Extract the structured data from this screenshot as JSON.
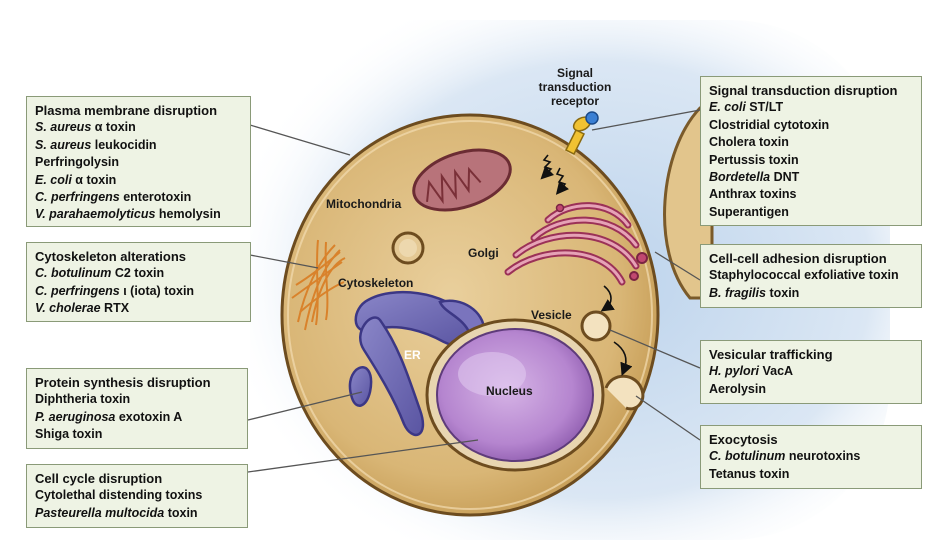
{
  "diagram": {
    "cell_labels": {
      "signal_receptor": [
        "Signal",
        "transduction",
        "receptor"
      ],
      "mitochondria": "Mitochondria",
      "golgi": "Golgi",
      "cytoskeleton": "Cytoskeleton",
      "vesicle": "Vesicle",
      "er": "ER",
      "nucleus": "Nucleus"
    },
    "boxes": {
      "plasma_membrane": {
        "title": "Plasma membrane disruption",
        "lines": [
          [
            {
              "t": "S. aureus",
              "i": true
            },
            {
              "t": " α toxin",
              "i": false
            }
          ],
          [
            {
              "t": "S. aureus",
              "i": true
            },
            {
              "t": " leukocidin",
              "i": false
            }
          ],
          [
            {
              "t": "Perfringolysin",
              "i": false
            }
          ],
          [
            {
              "t": "E. coli",
              "i": true
            },
            {
              "t": " α toxin",
              "i": false
            }
          ],
          [
            {
              "t": "C. perfringens",
              "i": true
            },
            {
              "t": " enterotoxin",
              "i": false
            }
          ],
          [
            {
              "t": "V. parahaemolyticus",
              "i": true
            },
            {
              "t": " hemolysin",
              "i": false
            }
          ]
        ]
      },
      "cytoskeleton": {
        "title": "Cytoskeleton alterations",
        "lines": [
          [
            {
              "t": "C. botulinum",
              "i": true
            },
            {
              "t": " C2 toxin",
              "i": false
            }
          ],
          [
            {
              "t": "C. perfringens",
              "i": true
            },
            {
              "t": " ι (iota) toxin",
              "i": false
            }
          ],
          [
            {
              "t": "V. cholerae",
              "i": true
            },
            {
              "t": " RTX",
              "i": false
            }
          ]
        ]
      },
      "protein_synthesis": {
        "title": "Protein synthesis disruption",
        "lines": [
          [
            {
              "t": "Diphtheria toxin",
              "i": false
            }
          ],
          [
            {
              "t": "P. aeruginosa",
              "i": true
            },
            {
              "t": " exotoxin A",
              "i": false
            }
          ],
          [
            {
              "t": "Shiga toxin",
              "i": false
            }
          ]
        ]
      },
      "cell_cycle": {
        "title": "Cell cycle disruption",
        "lines": [
          [
            {
              "t": "Cytolethal distending toxins",
              "i": false
            }
          ],
          [
            {
              "t": "Pasteurella multocida",
              "i": true
            },
            {
              "t": " toxin",
              "i": false
            }
          ]
        ]
      },
      "signal_transduction": {
        "title": "Signal transduction disruption",
        "lines": [
          [
            {
              "t": "E. coli",
              "i": true
            },
            {
              "t": " ST/LT",
              "i": false
            }
          ],
          [
            {
              "t": "Clostridial cytotoxin",
              "i": false
            }
          ],
          [
            {
              "t": "Cholera toxin",
              "i": false
            }
          ],
          [
            {
              "t": "Pertussis toxin",
              "i": false
            }
          ],
          [
            {
              "t": "Bordetella",
              "i": true
            },
            {
              "t": " DNT",
              "i": false
            }
          ],
          [
            {
              "t": "Anthrax toxins",
              "i": false
            }
          ],
          [
            {
              "t": "Superantigen",
              "i": false
            }
          ]
        ]
      },
      "cell_adhesion": {
        "title": "Cell-cell adhesion disruption",
        "lines": [
          [
            {
              "t": "Staphylococcal exfoliative toxin",
              "i": false
            }
          ],
          [
            {
              "t": "B. fragilis",
              "i": true
            },
            {
              "t": " toxin",
              "i": false
            }
          ]
        ]
      },
      "vesicular": {
        "title": "Vesicular trafficking",
        "lines": [
          [
            {
              "t": "H. pylori",
              "i": true
            },
            {
              "t": " VacA",
              "i": false
            }
          ],
          [
            {
              "t": "Aerolysin",
              "i": false
            }
          ]
        ]
      },
      "exocytosis": {
        "title": "Exocytosis",
        "lines": [
          [
            {
              "t": "C. botulinum",
              "i": true
            },
            {
              "t": " neurotoxins",
              "i": false
            }
          ],
          [
            {
              "t": "Tetanus toxin",
              "i": false
            }
          ]
        ]
      }
    }
  }
}
